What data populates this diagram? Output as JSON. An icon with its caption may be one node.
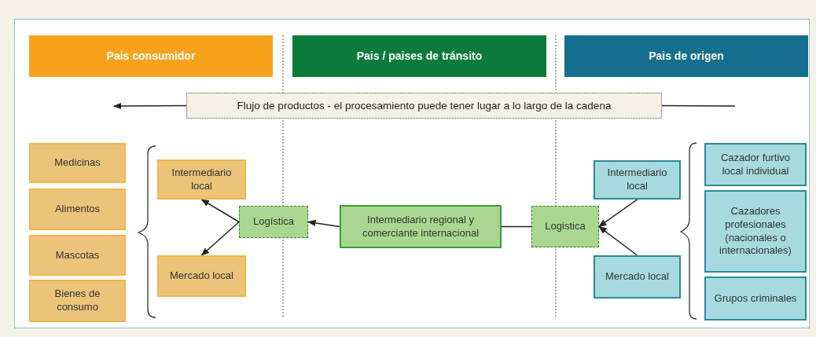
{
  "diagram": {
    "nodes": [
      {
        "text": [
          "Pais consumidor"
        ]
      },
      {
        "text": [
          "Pais / paises de tránsito"
        ]
      },
      {
        "text": [
          "Pais de origen"
        ]
      },
      {
        "text": [
          "Flujo de productos - el procesamiento puede tener lugar a lo largo de la cadena"
        ]
      },
      {
        "text": [
          "Medicinas"
        ]
      },
      {
        "text": [
          "Alimentos"
        ]
      },
      {
        "text": [
          "Mascotas"
        ]
      },
      {
        "text": [
          "Bienes de consumo"
        ]
      },
      {
        "text": [
          "Intermediario local"
        ]
      },
      {
        "text": [
          "Mercado local"
        ]
      },
      {
        "text": [
          "Logística"
        ]
      },
      {
        "text": [
          "Intermediario regional y comerciante internacional"
        ]
      },
      {
        "text": [
          "Logistica"
        ]
      },
      {
        "text": [
          "Intermediario local"
        ]
      },
      {
        "text": [
          "Mercado local"
        ]
      },
      {
        "text": [
          "Cazador furtivo local individual"
        ]
      },
      {
        "text": [
          "Cazadores profesionales (nacionales o internacionales)"
        ]
      },
      {
        "text": [
          "Grupos criminales"
        ]
      }
    ],
    "edges": [
      {
        "from": 10,
        "to": 8,
        "arrow": "to"
      },
      {
        "from": 10,
        "to": 9,
        "arrow": "to"
      },
      {
        "from": 11,
        "to": 10,
        "arrow": "to"
      },
      {
        "from": 12,
        "to": 11,
        "arrow": "none"
      },
      {
        "from": 13,
        "to": 12,
        "arrow": "to"
      },
      {
        "from": 14,
        "to": 12,
        "arrow": "to"
      },
      {
        "from": 3,
        "to": null,
        "arrow": "to"
      },
      {
        "from": null,
        "to": 3,
        "arrow": "none"
      }
    ]
  }
}
